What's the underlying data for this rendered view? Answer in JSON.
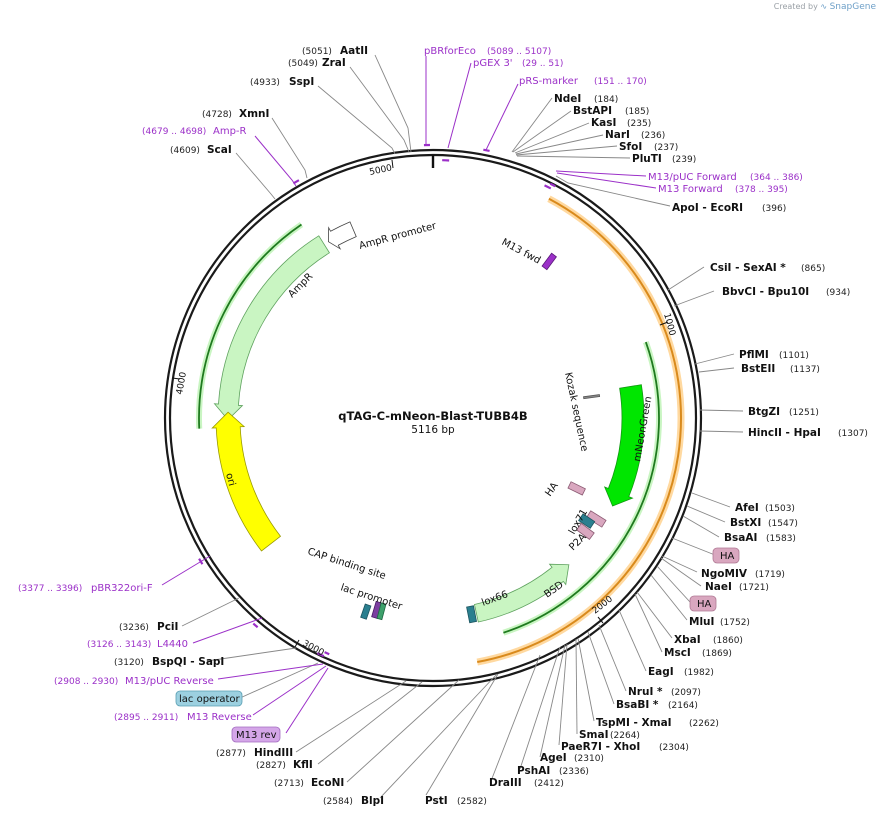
{
  "header": {
    "created_by": "Created by",
    "brand": "SnapGene"
  },
  "plasmid": {
    "name": "qTAG-C-mNeon-Blast-TUBB4B",
    "length_label": "5116 bp",
    "length": 5116
  },
  "ticks": [
    "1000",
    "2000",
    "3000",
    "4000",
    "5000"
  ],
  "colors": {
    "backbone": "#1a1a1a",
    "enzyme_line": "#6b6b6b",
    "primer": "#9b30c8",
    "amp": "#c9f5c2",
    "ori": "#ffff00",
    "neon": "#00e600",
    "orange_arc": "#d98a1c",
    "green_arc": "#1f7a1f",
    "ha": "#d9a7bf",
    "lac_op": "#9cd0e0",
    "lox": "#2a7f8f"
  },
  "labels": [
    {
      "name": "AatII",
      "pos": "(5051)"
    },
    {
      "name": "ZraI",
      "pos": "(5049)"
    },
    {
      "name": "SspI",
      "pos": "(4933)"
    },
    {
      "name": "XmnI",
      "pos": "(4728)"
    },
    {
      "name": "ScaI",
      "pos": "(4609)"
    },
    {
      "name": "NdeI",
      "pos": "(184)"
    },
    {
      "name": "BstAPI",
      "pos": "(185)"
    },
    {
      "name": "KasI",
      "pos": "(235)"
    },
    {
      "name": "NarI",
      "pos": "(236)"
    },
    {
      "name": "SfoI",
      "pos": "(237)"
    },
    {
      "name": "PluTI",
      "pos": "(239)"
    },
    {
      "name": "ApoI - EcoRI",
      "pos": "(396)"
    },
    {
      "name": "CsiI - SexAI *",
      "pos": "(865)"
    },
    {
      "name": "BbvCI - Bpu10I",
      "pos": "(934)"
    },
    {
      "name": "PflMI",
      "pos": "(1101)"
    },
    {
      "name": "BstEII",
      "pos": "(1137)"
    },
    {
      "name": "BtgZI",
      "pos": "(1251)"
    },
    {
      "name": "HincII - HpaI",
      "pos": "(1307)"
    },
    {
      "name": "AfeI",
      "pos": "(1503)"
    },
    {
      "name": "BstXI",
      "pos": "(1547)"
    },
    {
      "name": "BsaAI",
      "pos": "(1583)"
    },
    {
      "name": "NgoMIV",
      "pos": "(1719)"
    },
    {
      "name": "NaeI",
      "pos": "(1721)"
    },
    {
      "name": "MluI",
      "pos": "(1752)"
    },
    {
      "name": "XbaI",
      "pos": "(1860)"
    },
    {
      "name": "MscI",
      "pos": "(1869)"
    },
    {
      "name": "EagI",
      "pos": "(1982)"
    },
    {
      "name": "NruI *",
      "pos": "(2097)"
    },
    {
      "name": "BsaBI *",
      "pos": "(2164)"
    },
    {
      "name": "TspMI - XmaI",
      "pos": "(2262)"
    },
    {
      "name": "SmaI",
      "pos": "(2264)"
    },
    {
      "name": "PaeR7I - XhoI",
      "pos": "(2304)"
    },
    {
      "name": "AgeI",
      "pos": "(2310)"
    },
    {
      "name": "PshAI",
      "pos": "(2336)"
    },
    {
      "name": "DraIII",
      "pos": "(2412)"
    },
    {
      "name": "PstI",
      "pos": "(2582)"
    },
    {
      "name": "BlpI",
      "pos": "(2584)"
    },
    {
      "name": "EcoNI",
      "pos": "(2713)"
    },
    {
      "name": "KflI",
      "pos": "(2827)"
    },
    {
      "name": "HindIII",
      "pos": "(2877)"
    },
    {
      "name": "BspQI - SapI",
      "pos": "(3120)"
    },
    {
      "name": "PciI",
      "pos": "(3236)"
    }
  ],
  "primers": [
    {
      "name": "pBRforEco",
      "range": "(5089 .. 5107)"
    },
    {
      "name": "pGEX 3'",
      "range": "(29 .. 51)"
    },
    {
      "name": "pRS-marker",
      "range": "(151 .. 170)"
    },
    {
      "name": "Amp-R",
      "range": "(4679 .. 4698)"
    },
    {
      "name": "M13/pUC Forward",
      "range": "(364 .. 386)"
    },
    {
      "name": "M13 Forward",
      "range": "(378 .. 395)"
    },
    {
      "name": "pBR322ori-F",
      "range": "(3377 .. 3396)"
    },
    {
      "name": "L4440",
      "range": "(3126 .. 3143)"
    },
    {
      "name": "M13/pUC Reverse",
      "range": "(2908 .. 2930)"
    },
    {
      "name": "M13 Reverse",
      "range": "(2895 .. 2911)"
    }
  ],
  "boxed_labels": [
    "HA",
    "HA",
    "lac operator",
    "M13 rev"
  ],
  "features": [
    "AmpR promoter",
    "AmpR",
    "ori",
    "M13 fwd",
    "Kozak sequence",
    "mNeonGreen",
    "HA",
    "lox71",
    "P2A",
    "BSD",
    "lox66",
    "CAP binding site",
    "lac promoter"
  ]
}
